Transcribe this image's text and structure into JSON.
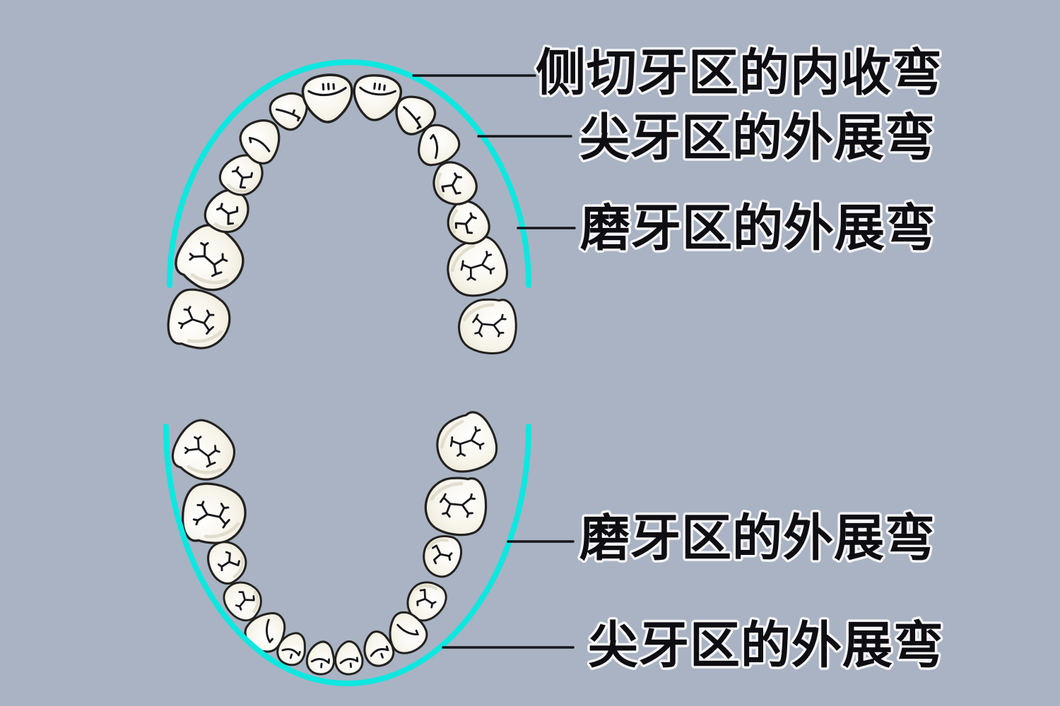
{
  "colors": {
    "background": "#a9b3c3",
    "arc": "#0ee7e0",
    "leader_line": "#16161c",
    "label_fill": "#0e0e12",
    "label_outline": "#f5f5f7",
    "tooth_fill": "#f8f5ec",
    "tooth_outline": "#23211f"
  },
  "labels": [
    {
      "id": "upper-lateral-incisor-inset-bend",
      "text": "侧切牙区的内收弯"
    },
    {
      "id": "upper-canine-outset-bend",
      "text": "尖牙区的外展弯"
    },
    {
      "id": "upper-molar-outset-bend",
      "text": "磨牙区的外展弯"
    },
    {
      "id": "lower-molar-outset-bend",
      "text": "磨牙区的外展弯"
    },
    {
      "id": "lower-canine-outset-bend",
      "text": "尖牙区的外展弯"
    }
  ]
}
